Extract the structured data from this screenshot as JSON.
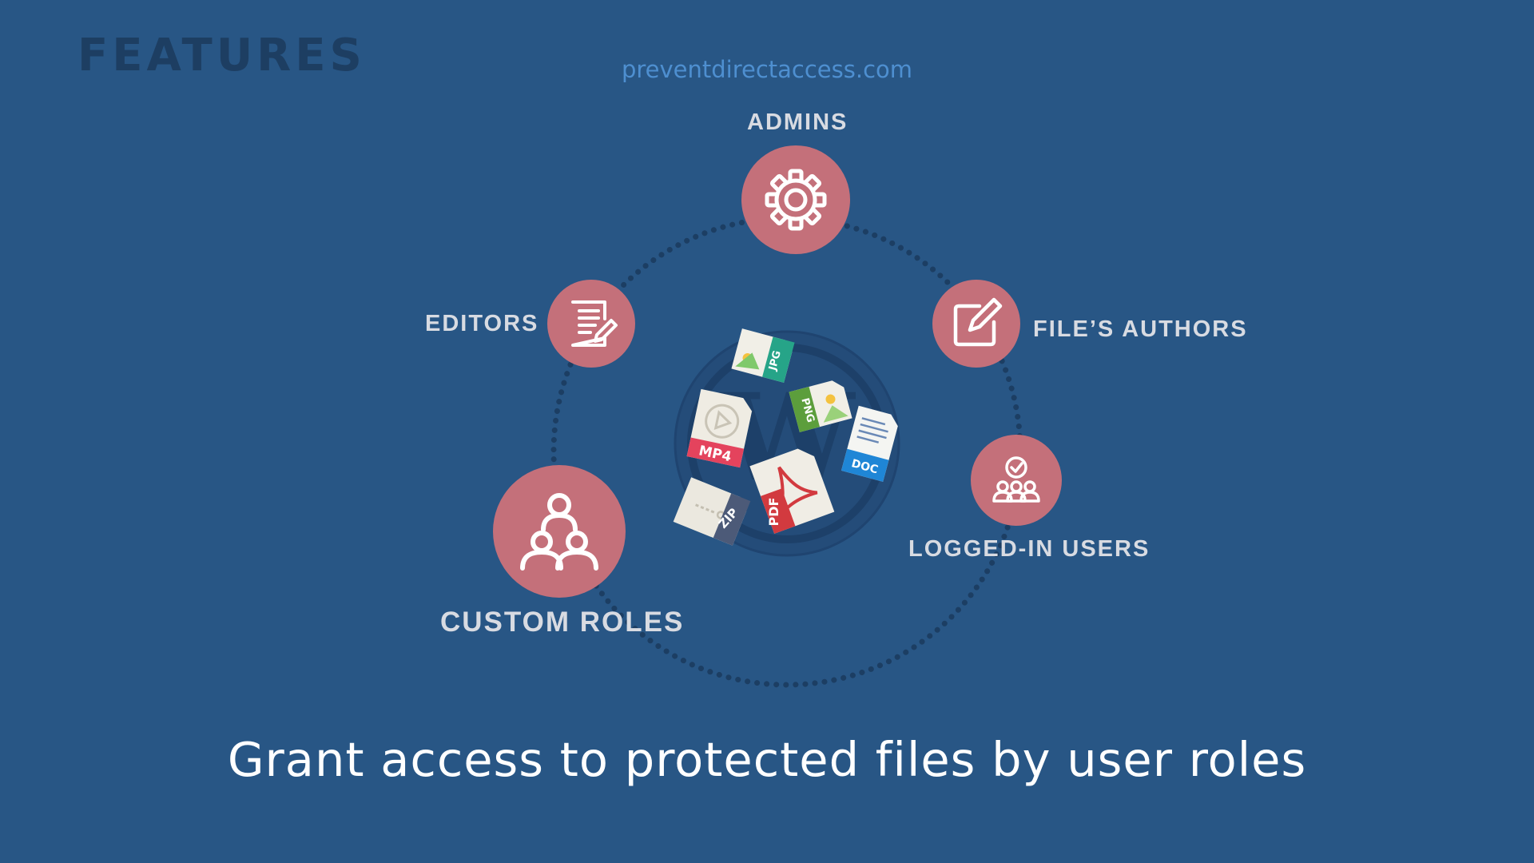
{
  "header": {
    "title": "FEATURES",
    "url": "preventdirectaccess.com"
  },
  "roles": {
    "admins": "ADMINS",
    "editors": "EDITORS",
    "authors": "FILE’S AUTHORS",
    "logged_in": "LOGGED-IN USERS",
    "custom": "CUSTOM ROLES"
  },
  "file_types": {
    "jpg": "JPG",
    "png": "PNG",
    "mp4": "MP4",
    "doc": "DOC",
    "pdf": "PDF",
    "zip": "ZIP"
  },
  "icons": {
    "admins": "gear-icon",
    "editors": "document-edit-icon",
    "authors": "pencil-square-icon",
    "logged_in": "group-check-icon",
    "custom": "team-hierarchy-icon",
    "center": "wordpress-logo-icon"
  },
  "colors": {
    "background": "#285685",
    "role_circle": "#c4707a",
    "label": "#d8dbe2",
    "url": "#4e8fd0",
    "title": "#1d3e62"
  },
  "footer": {
    "headline": "Grant access to protected files by user roles"
  }
}
